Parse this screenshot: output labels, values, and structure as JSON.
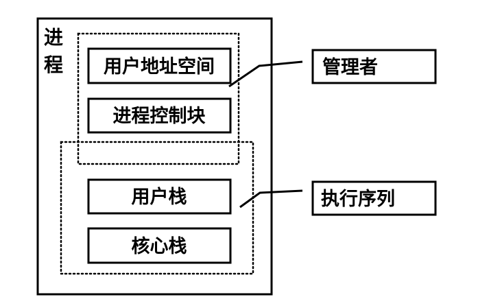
{
  "diagram": {
    "process_label": {
      "line1": "进",
      "line2": "程"
    },
    "management_group": {
      "items": [
        {
          "label": "用户地址空间"
        },
        {
          "label": "进程控制块"
        }
      ],
      "callout": "管理者"
    },
    "execution_group": {
      "items": [
        {
          "label": "用户栈"
        },
        {
          "label": "核心栈"
        }
      ],
      "callout": "执行序列"
    },
    "colors": {
      "stroke": "#000000",
      "background": "#ffffff"
    }
  }
}
